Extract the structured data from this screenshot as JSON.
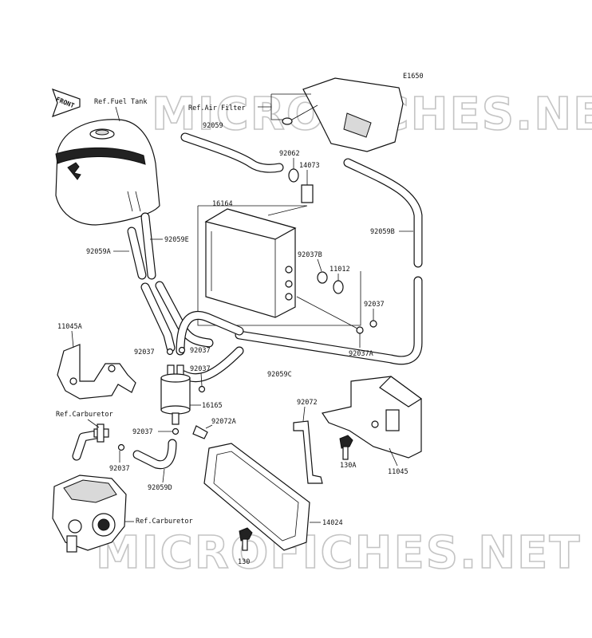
{
  "diagram": {
    "code": "E1650",
    "front_badge": "FRONT",
    "watermark": "MICROFICHES.NET",
    "labels": {
      "ref_fuel_tank": "Ref.Fuel Tank",
      "ref_air_filter": "Ref.Air Filter",
      "p92059": "92059",
      "p92062": "92062",
      "p14073": "14073",
      "p16164": "16164",
      "p92059B": "92059B",
      "p92059E": "92059E",
      "p92059A": "92059A",
      "p92037B": "92037B",
      "p11012": "11012",
      "p92037_right": "92037",
      "p92037A": "92037A",
      "p11045A": "11045A",
      "p92037_l1": "92037",
      "p92037_l2": "92037",
      "p92037_l3": "92037",
      "p92059C": "92059C",
      "p16165": "16165",
      "p92072": "92072",
      "ref_carburetor_1": "Ref.Carburetor",
      "p92037_l4": "92037",
      "p92072A": "92072A",
      "p130A": "130A",
      "p92037_l5": "92037",
      "p11045": "11045",
      "p92059D": "92059D",
      "ref_carburetor_2": "Ref.Carburetor",
      "p14024": "14024",
      "p130": "130"
    }
  }
}
